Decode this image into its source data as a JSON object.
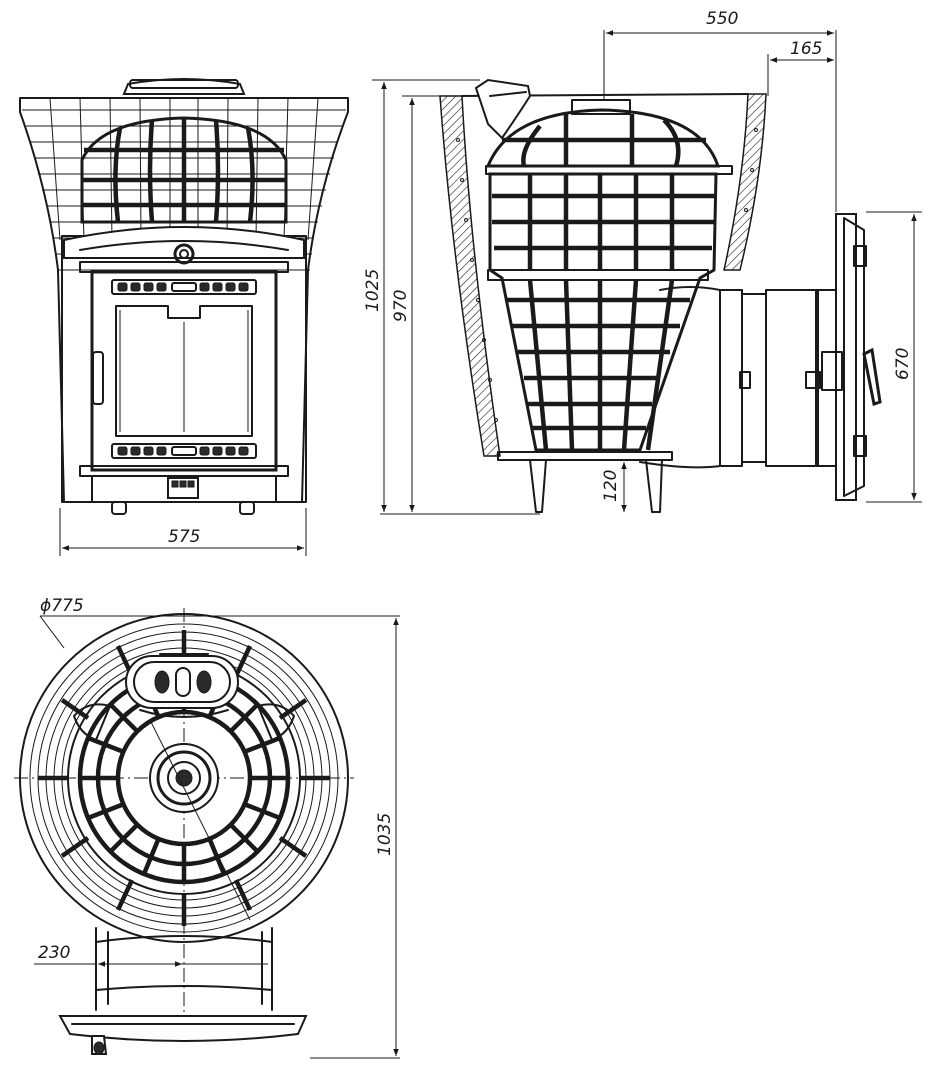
{
  "dimensions": {
    "front_width": "575",
    "depth_total": "550",
    "depth_door": "165",
    "height_total": "1025",
    "height_body": "970",
    "door_height": "670",
    "leg_height": "120",
    "diameter": "ϕ775",
    "top_length": "1035",
    "top_offset": "230"
  },
  "colors": {
    "line": "#1a1a1a",
    "background": "#ffffff"
  }
}
